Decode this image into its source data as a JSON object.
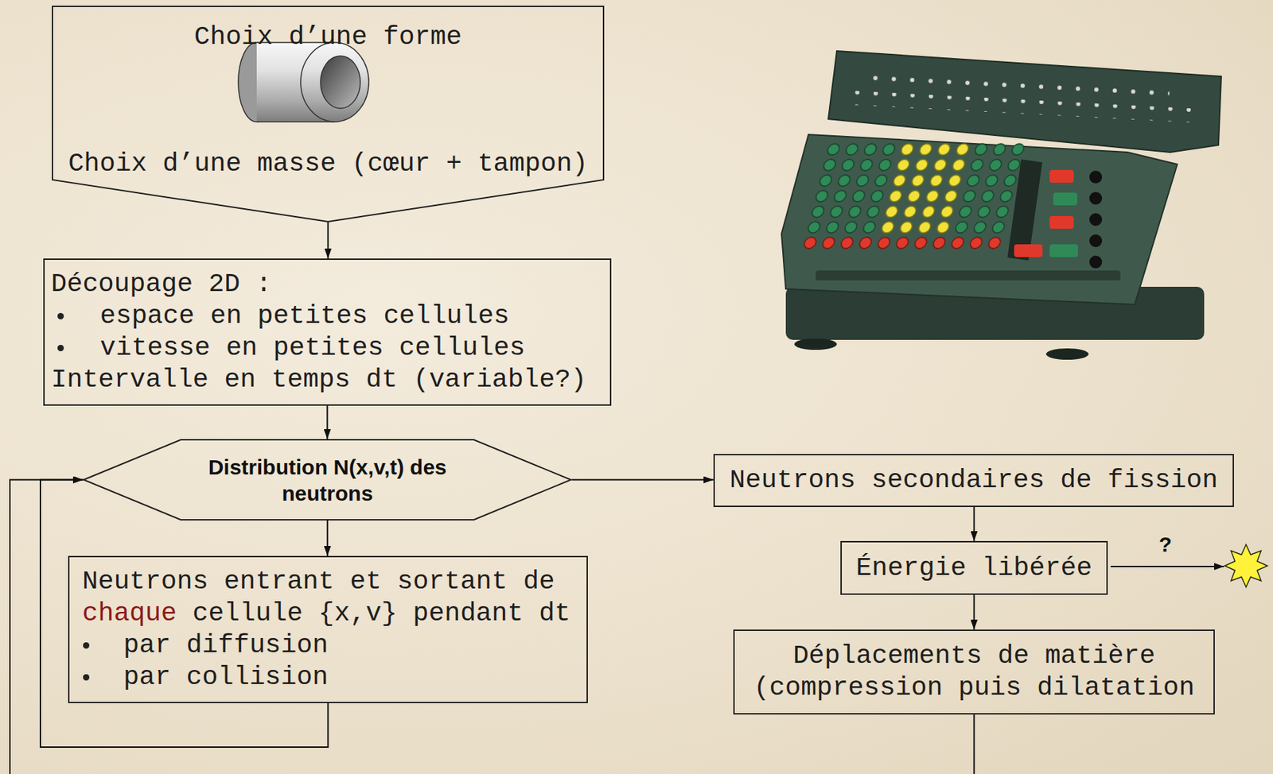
{
  "diagram": {
    "nodes": [
      {
        "text": [
          "Choix d’une forme",
          "Choix d’une masse (cœur + tampon)"
        ]
      },
      {
        "text": [
          "Découpage 2D :",
          "espace en petites cellules",
          "vitesse en petites cellules",
          "Intervalle en temps dt (variable?)"
        ]
      },
      {
        "text": [
          "Distribution N(x,v,t) des neutrons"
        ]
      },
      {
        "text": [
          "Neutrons entrant et sortant de",
          "chaque",
          "cellule {x,v} pendant dt",
          "par diffusion",
          "par collision"
        ]
      },
      {
        "text": [
          "Neutrons secondaires de fission"
        ]
      },
      {
        "text": [
          "Énergie libérée"
        ]
      },
      {
        "text": [
          "Déplacements de matière (compression puis dilatation"
        ]
      }
    ],
    "edges": [
      {
        "from": 0,
        "to": 1,
        "arrow": "to"
      },
      {
        "from": 1,
        "to": 2,
        "arrow": "to"
      },
      {
        "from": 2,
        "to": 3,
        "arrow": "to"
      },
      {
        "from": 3,
        "to": 2,
        "arrow": "to"
      },
      {
        "from": 2,
        "to": 4,
        "arrow": "to"
      },
      {
        "from": 4,
        "to": 5,
        "arrow": "to"
      },
      {
        "from": 5,
        "to": 6,
        "arrow": "to"
      },
      {
        "from": 6,
        "to": 2,
        "arrow": "to"
      }
    ],
    "labels": [
      "?"
    ]
  }
}
